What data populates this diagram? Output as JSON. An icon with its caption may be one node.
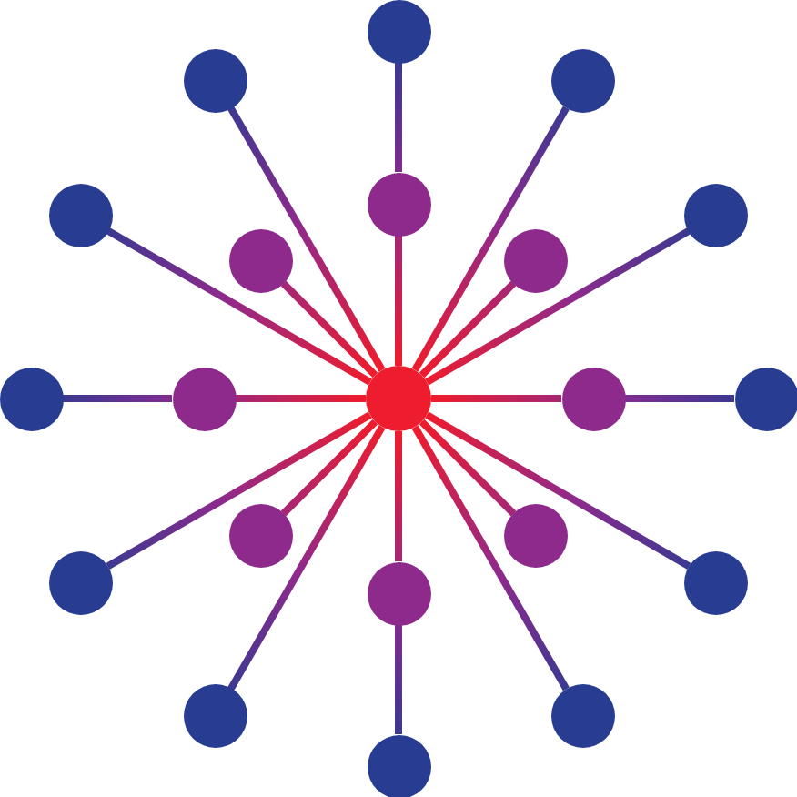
{
  "diagram": {
    "nodes": [
      {
        "text": [],
        "shape": "circle"
      },
      {
        "text": [],
        "shape": "circle"
      },
      {
        "text": [],
        "shape": "circle"
      },
      {
        "text": [],
        "shape": "circle"
      },
      {
        "text": [],
        "shape": "circle"
      },
      {
        "text": [],
        "shape": "circle"
      },
      {
        "text": [],
        "shape": "circle"
      },
      {
        "text": [],
        "shape": "circle"
      },
      {
        "text": [],
        "shape": "circle"
      },
      {
        "text": [],
        "shape": "circle"
      },
      {
        "text": [],
        "shape": "circle"
      },
      {
        "text": [],
        "shape": "circle"
      },
      {
        "text": [],
        "shape": "circle"
      },
      {
        "text": [],
        "shape": "circle"
      },
      {
        "text": [],
        "shape": "circle"
      },
      {
        "text": [],
        "shape": "circle"
      },
      {
        "text": [],
        "shape": "circle"
      },
      {
        "text": [],
        "shape": "circle"
      },
      {
        "text": [],
        "shape": "circle"
      },
      {
        "text": [],
        "shape": "circle"
      },
      {
        "text": [],
        "shape": "circle"
      }
    ],
    "edges": [
      {
        "from": 10,
        "to": 3,
        "arrow": "none"
      },
      {
        "from": 3,
        "to": 0,
        "arrow": "none"
      },
      {
        "from": 10,
        "to": 2,
        "arrow": "none"
      },
      {
        "from": 10,
        "to": 7,
        "arrow": "none"
      },
      {
        "from": 10,
        "to": 5,
        "arrow": "none"
      },
      {
        "from": 10,
        "to": 11,
        "arrow": "none"
      },
      {
        "from": 11,
        "to": 12,
        "arrow": "none"
      },
      {
        "from": 10,
        "to": 16,
        "arrow": "none"
      },
      {
        "from": 10,
        "to": 14,
        "arrow": "none"
      },
      {
        "from": 10,
        "to": 19,
        "arrow": "none"
      },
      {
        "from": 10,
        "to": 17,
        "arrow": "none"
      },
      {
        "from": 17,
        "to": 20,
        "arrow": "none"
      },
      {
        "from": 10,
        "to": 18,
        "arrow": "none"
      },
      {
        "from": 10,
        "to": 13,
        "arrow": "none"
      },
      {
        "from": 10,
        "to": 15,
        "arrow": "none"
      },
      {
        "from": 10,
        "to": 9,
        "arrow": "none"
      },
      {
        "from": 9,
        "to": 8,
        "arrow": "none"
      },
      {
        "from": 10,
        "to": 4,
        "arrow": "none"
      },
      {
        "from": 10,
        "to": 6,
        "arrow": "none"
      },
      {
        "from": 10,
        "to": 1,
        "arrow": "none"
      }
    ]
  }
}
